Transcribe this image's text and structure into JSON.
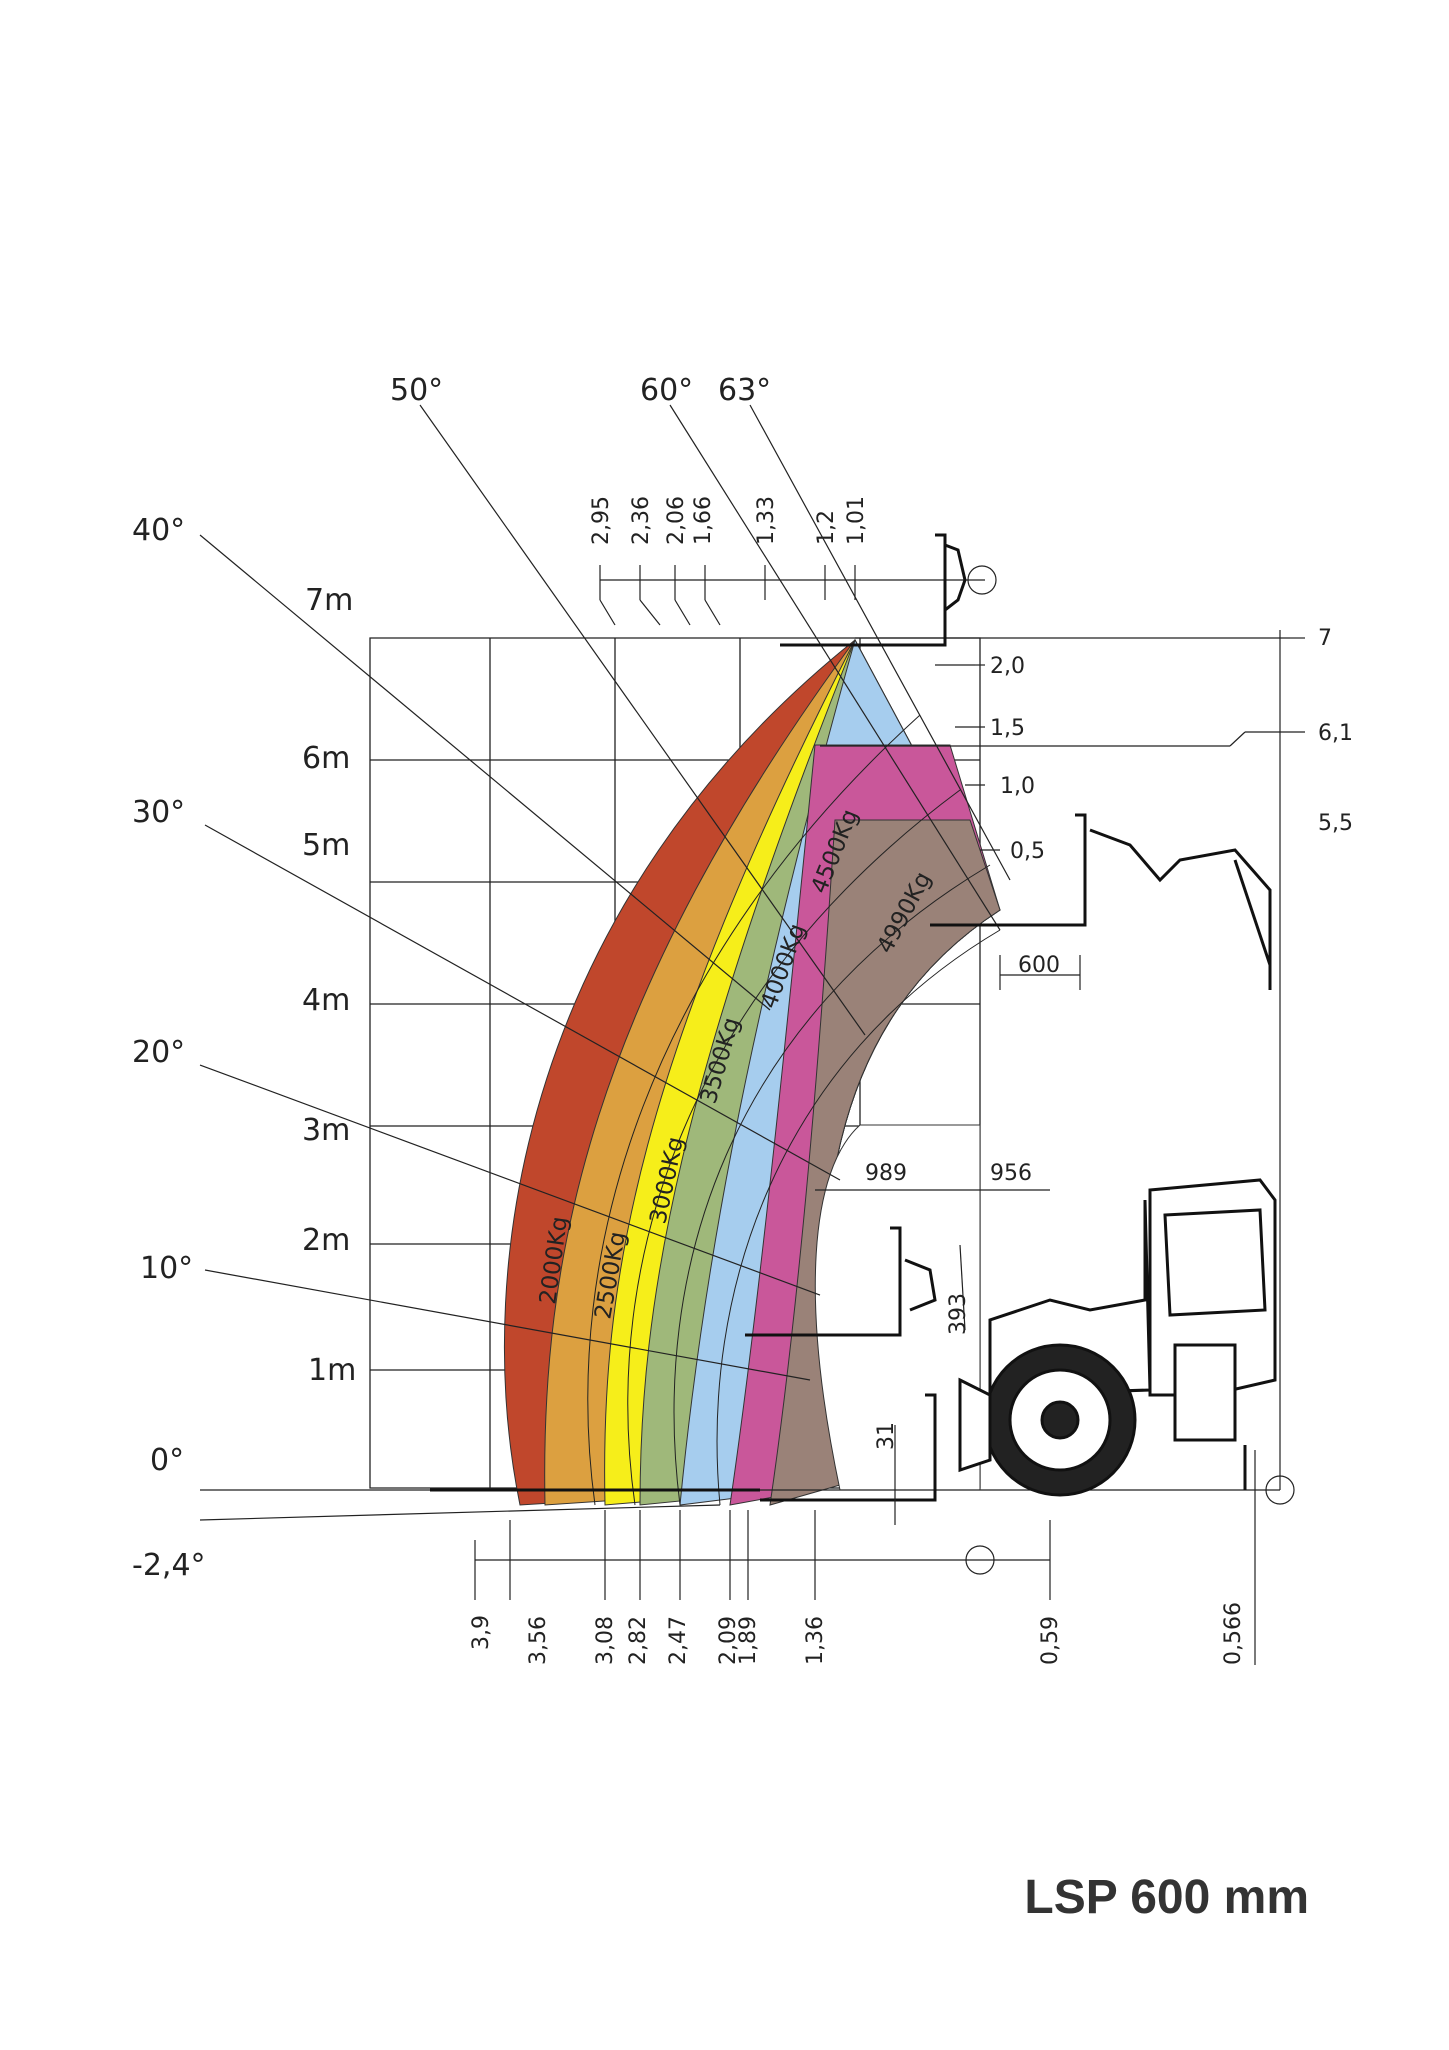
{
  "footer_label": "LSP 600 mm",
  "colors": {
    "zone_2000": "#c0472c",
    "zone_2500": "#dca040",
    "zone_3000": "#f6ee1a",
    "zone_3500": "#9fb87a",
    "zone_4000": "#a6cdee",
    "zone_4500": "#c9579a",
    "zone_4990": "#9a8278"
  },
  "angles": [
    "50°",
    "60°",
    "63°",
    "40°",
    "30°",
    "20°",
    "10°",
    "0°",
    "-2,4°"
  ],
  "height_labels": [
    "7m",
    "6m",
    "5m",
    "4m",
    "3m",
    "2m",
    "1m"
  ],
  "capacities": [
    "2000Kg",
    "2500Kg",
    "3000Kg",
    "3500Kg",
    "4000Kg",
    "4500Kg",
    "4990Kg"
  ],
  "top_dims": [
    "2,95",
    "2,36",
    "2,06",
    "1,66",
    "1,33",
    "1,2",
    "1,01"
  ],
  "bottom_dims": [
    "3,9",
    "3,56",
    "3,08",
    "2,82",
    "2,47",
    "2,09",
    "1,89",
    "1,36",
    "0,59",
    "0,566"
  ],
  "right_heights": [
    "7",
    "6,1",
    "5,5"
  ],
  "boom_ext": [
    "2,0",
    "1,5",
    "1,0",
    "0,5"
  ],
  "fork_dims": [
    "600",
    "989",
    "956",
    "393",
    "31"
  ]
}
